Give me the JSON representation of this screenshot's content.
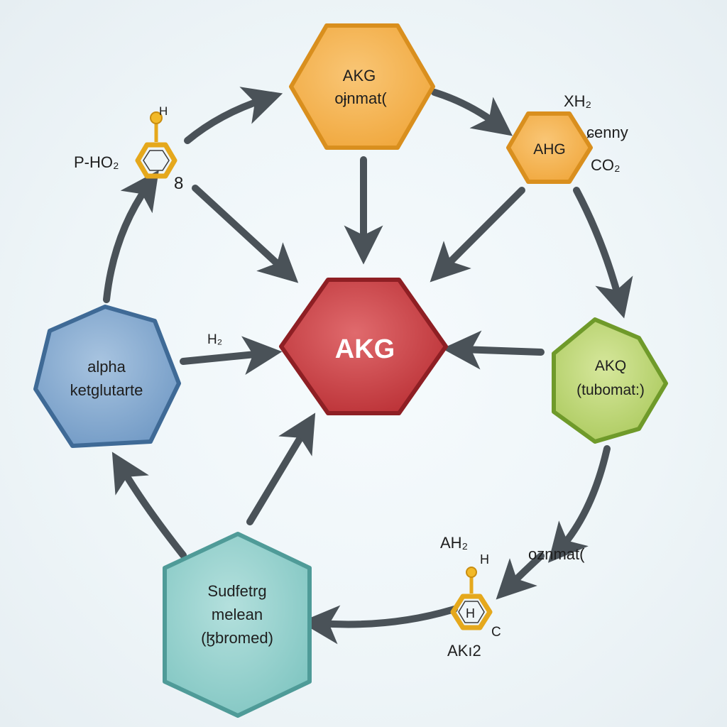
{
  "colors": {
    "arrow": "#4a5258",
    "hexagon_orange_fill": "#f4b24e",
    "hexagon_orange_stroke": "#d98f1e",
    "center_fill": "#c8373c",
    "center_stroke": "#8e1f24",
    "blue_fill": "#7ea6cf",
    "blue_stroke": "#3f6a96",
    "green_fill": "#b9d36b",
    "green_stroke": "#6f9a2a",
    "teal_fill": "#8fcfcc",
    "teal_stroke": "#4f9b98",
    "benzene": "#e5a81c"
  },
  "nodes": {
    "center": {
      "label": "AKG"
    },
    "top": {
      "line1": "AKG",
      "line2": "oɉnmat("
    },
    "top_right": {
      "label": "AHG"
    },
    "right": {
      "line1": "AKQ",
      "line2": "(tubomat:)"
    },
    "bottom": {
      "line1": "Sudfetrg",
      "line2": "melean",
      "line3": "(ɮbromed)"
    },
    "left": {
      "line1": "alpha",
      "line2": "ketglutarte"
    }
  },
  "labels": {
    "xh2": "XH₂",
    "enny": "ɕenny",
    "co2": "CO₂",
    "p_ho2": "P-HO₂",
    "h_top": "H",
    "eight": "8",
    "h2": "H₂",
    "ah2": "AH₂",
    "oznmat": "oznmat(",
    "h_small": "H",
    "h_ring": "H",
    "c": "C",
    "ak12": "AKı2"
  }
}
